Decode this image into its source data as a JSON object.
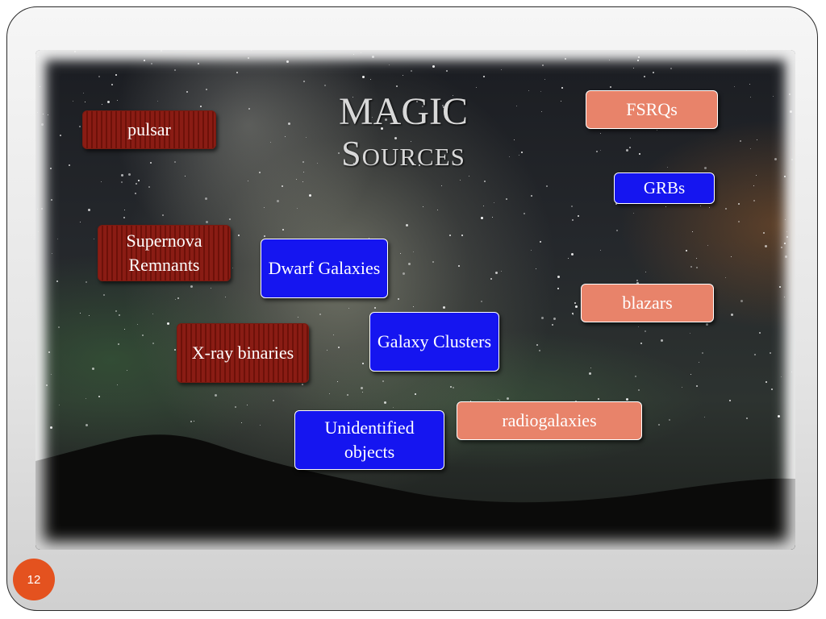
{
  "title": {
    "line1": "MAGIC",
    "line2": "Sources"
  },
  "labels": {
    "pulsar": "pulsar",
    "supernova": "Supernova Remnants",
    "xray": "X-ray binaries",
    "dwarf": "Dwarf Galaxies",
    "clusters": "Galaxy Clusters",
    "unidentified": "Unidentified objects",
    "fsrqs": "FSRQs",
    "grbs": "GRBs",
    "blazars": "blazars",
    "radiogalaxies": "radiogalaxies"
  },
  "page_number": "12",
  "colors": {
    "galactic_box": "#8a1c14",
    "extragalactic_box": "#e8836a",
    "dark_matter_box": "#1515f0",
    "page_badge": "#e4521f"
  }
}
